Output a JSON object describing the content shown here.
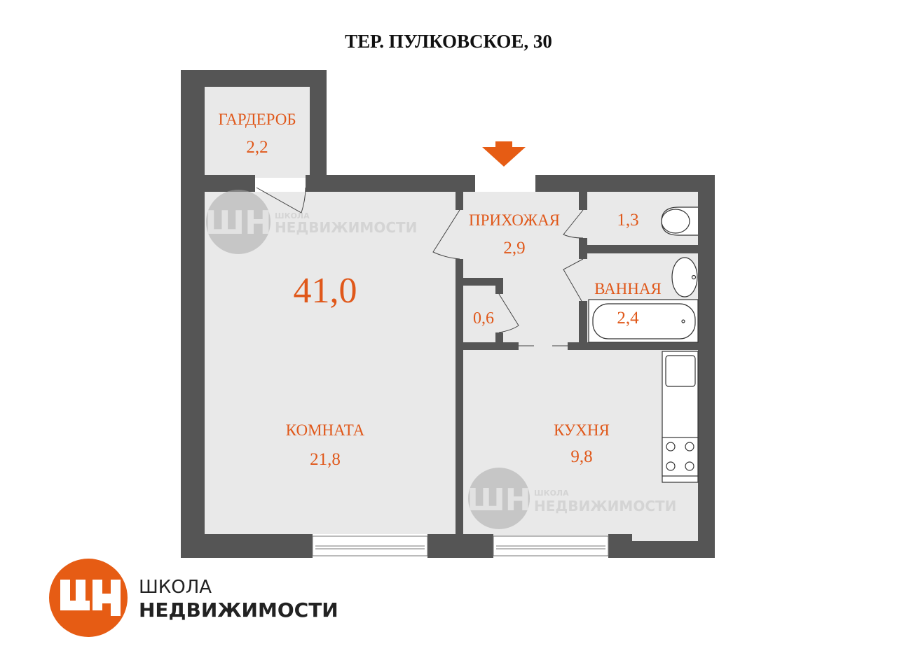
{
  "title": "ТЕР. ПУЛКОВСКОЕ, 30",
  "total_area": "41,0",
  "rooms": {
    "wardrobe": {
      "name": "ГАРДЕРОБ",
      "area": "2,2"
    },
    "hallway": {
      "name": "ПРИХОЖАЯ",
      "area": "2,9"
    },
    "toilet": {
      "area": "1,3"
    },
    "bathroom": {
      "name": "ВАННАЯ",
      "area": "2,4"
    },
    "closet": {
      "area": "0,6"
    },
    "room": {
      "name": "КОМНАТА",
      "area": "21,8"
    },
    "kitchen": {
      "name": "КУХНЯ",
      "area": "9,8"
    }
  },
  "logo": {
    "line1": "ШКОЛА",
    "line2": "НЕДВИЖИМОСТИ"
  },
  "colors": {
    "accent": "#e65c14",
    "wall": "#555555",
    "floor": "#e9e9e9"
  }
}
